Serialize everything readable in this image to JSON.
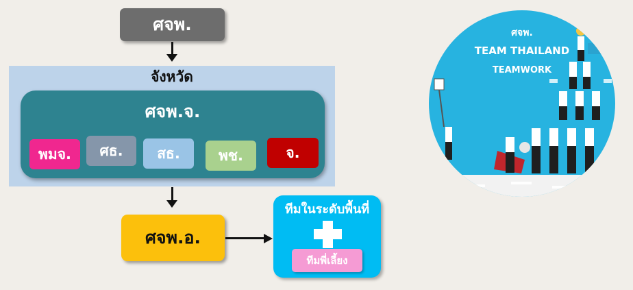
{
  "diagram": {
    "top": "ศจพ.",
    "province": "จังหวัด",
    "province_center": "ศจพ.จ.",
    "agencies": [
      {
        "label": "พมจ.",
        "color": "#f0278f"
      },
      {
        "label": "ศธ.",
        "color": "#8596aa"
      },
      {
        "label": "สธ.",
        "color": "#9ac4e6"
      },
      {
        "label": "พช.",
        "color": "#a9d18e"
      },
      {
        "label": "จ.",
        "color": "#c00000"
      }
    ],
    "district": "ศจพ.อ.",
    "area_team": "ทีมในระดับพื้นที่",
    "mentor": "ทีมพี่เลี้ยง"
  },
  "poster": {
    "line1": "ศจพ.",
    "line2": "TEAM THAILAND",
    "line3": "TEAMWORK"
  }
}
